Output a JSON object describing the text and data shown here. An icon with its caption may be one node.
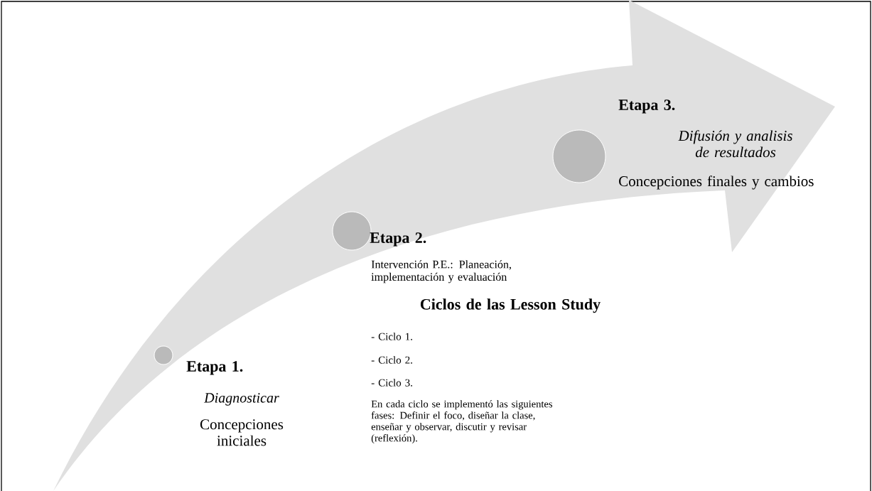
{
  "diagram": {
    "nodes": [
      {
        "text": [],
        "shape": "circle",
        "beside": [
          "Etapa 1.",
          "Diagnosticar",
          "Concepciones iniciales"
        ]
      },
      {
        "text": [],
        "shape": "circle",
        "beside": [
          "Etapa 2.",
          "Intervención P.E.: Planeación, implementación y evaluación",
          "Ciclos de las Lesson Study",
          "- Ciclo 1.",
          "- Ciclo 2.",
          "- Ciclo 3.",
          "En cada ciclo se implementó las siguientes fases: Definir el foco, diseñar la clase, enseñar y observar, discutir y revisar (reflexión)."
        ]
      },
      {
        "text": [],
        "shape": "circle",
        "beside": [
          "Etapa 3.",
          "Difusión y analisis de resultados",
          "Concepciones finales y cambios"
        ]
      }
    ]
  }
}
